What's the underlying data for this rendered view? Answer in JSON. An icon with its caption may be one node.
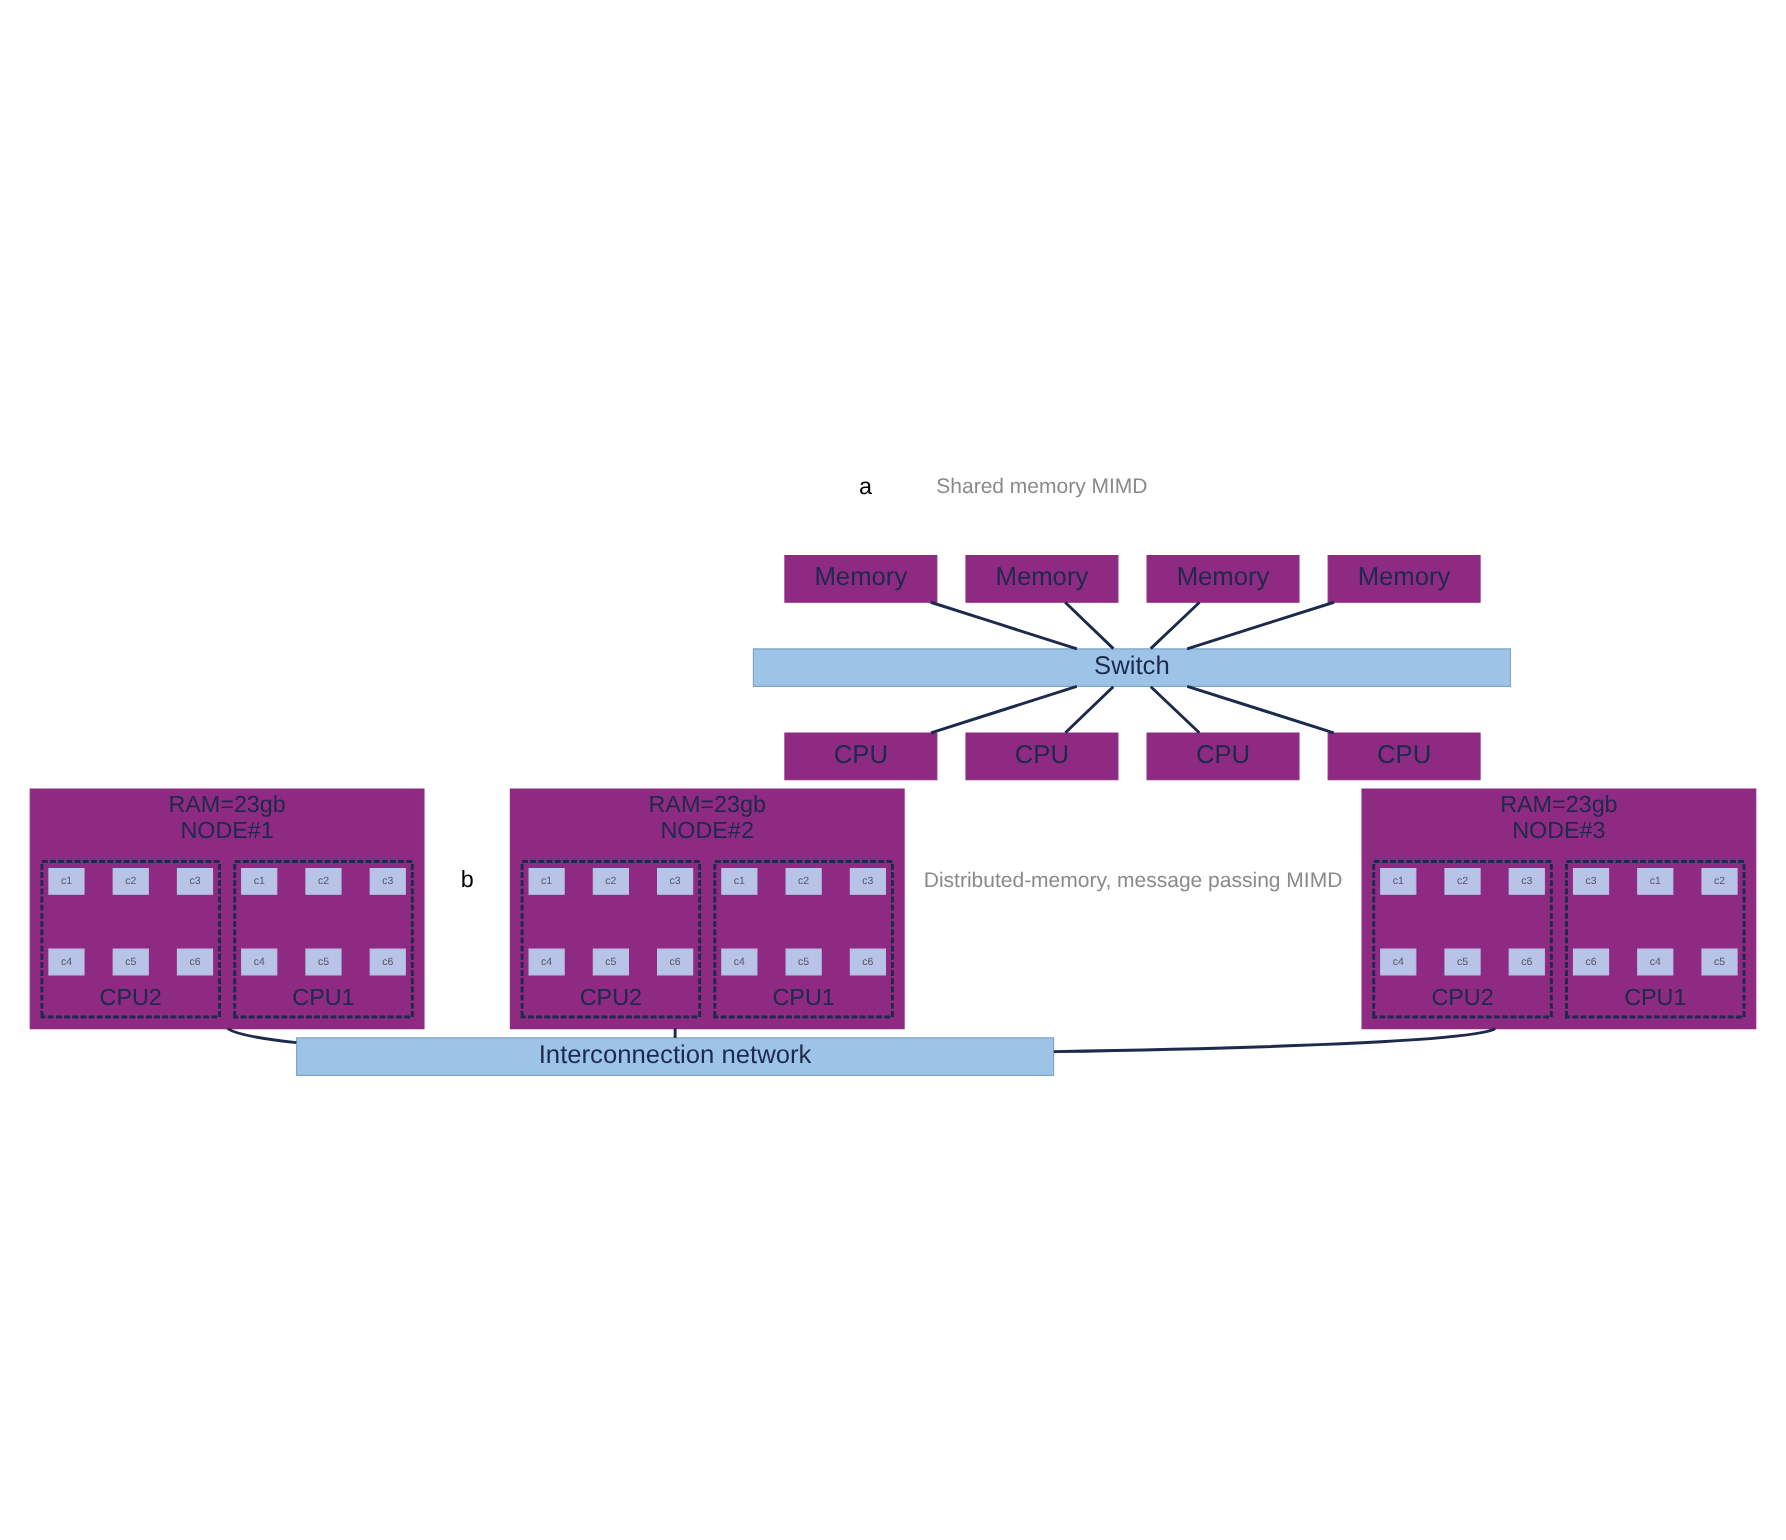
{
  "diagram": {
    "nodes": [
      {
        "text": [
          "Memory"
        ]
      },
      {
        "text": [
          "Memory"
        ]
      },
      {
        "text": [
          "Memory"
        ]
      },
      {
        "text": [
          "Memory"
        ]
      },
      {
        "text": [
          "Switch"
        ]
      },
      {
        "text": [
          "CPU"
        ]
      },
      {
        "text": [
          "CPU"
        ]
      },
      {
        "text": [
          "CPU"
        ]
      },
      {
        "text": [
          "CPU"
        ]
      },
      {
        "text": [
          "RAM=23gb",
          "NODE#1"
        ]
      },
      {
        "text": [
          "CPU1"
        ],
        "in": 9
      },
      {
        "text": [
          "c1"
        ],
        "in": 10
      },
      {
        "text": [
          "c2"
        ],
        "in": 10
      },
      {
        "text": [
          "c3"
        ],
        "in": 10
      },
      {
        "text": [
          "c4"
        ],
        "in": 10
      },
      {
        "text": [
          "c5"
        ],
        "in": 10
      },
      {
        "text": [
          "c6"
        ],
        "in": 10
      },
      {
        "text": [
          "CPU2"
        ],
        "in": 9
      },
      {
        "text": [
          "c1"
        ],
        "in": 17
      },
      {
        "text": [
          "c2"
        ],
        "in": 17
      },
      {
        "text": [
          "c3"
        ],
        "in": 17
      },
      {
        "text": [
          "c4"
        ],
        "in": 17
      },
      {
        "text": [
          "c5"
        ],
        "in": 17
      },
      {
        "text": [
          "c6"
        ],
        "in": 17
      },
      {
        "text": [
          "RAM=23gb",
          "NODE#2"
        ]
      },
      {
        "text": [
          "CPU1"
        ],
        "in": 24
      },
      {
        "text": [
          "c1"
        ],
        "in": 25
      },
      {
        "text": [
          "c2"
        ],
        "in": 25
      },
      {
        "text": [
          "c3"
        ],
        "in": 25
      },
      {
        "text": [
          "c4"
        ],
        "in": 25
      },
      {
        "text": [
          "c5"
        ],
        "in": 25
      },
      {
        "text": [
          "c6"
        ],
        "in": 25
      },
      {
        "text": [
          "CPU2"
        ],
        "in": 24
      },
      {
        "text": [
          "c1"
        ],
        "in": 32
      },
      {
        "text": [
          "c2"
        ],
        "in": 32
      },
      {
        "text": [
          "c3"
        ],
        "in": 32
      },
      {
        "text": [
          "c4"
        ],
        "in": 32
      },
      {
        "text": [
          "c5"
        ],
        "in": 32
      },
      {
        "text": [
          "c6"
        ],
        "in": 32
      },
      {
        "text": [
          "RAM=23gb",
          "NODE#3"
        ]
      },
      {
        "text": [
          "CPU1"
        ],
        "in": 39
      },
      {
        "text": [
          "c1"
        ],
        "in": 40
      },
      {
        "text": [
          "c2"
        ],
        "in": 40
      },
      {
        "text": [
          "c3"
        ],
        "in": 40
      },
      {
        "text": [
          "c4"
        ],
        "in": 40
      },
      {
        "text": [
          "c5"
        ],
        "in": 40
      },
      {
        "text": [
          "c6"
        ],
        "in": 40
      },
      {
        "text": [
          "CPU2"
        ],
        "in": 39
      },
      {
        "text": [
          "c1"
        ],
        "in": 47
      },
      {
        "text": [
          "c2"
        ],
        "in": 47
      },
      {
        "text": [
          "c3"
        ],
        "in": 47
      },
      {
        "text": [
          "c4"
        ],
        "in": 47
      },
      {
        "text": [
          "c5"
        ],
        "in": 47
      },
      {
        "text": [
          "c6"
        ],
        "in": 47
      },
      {
        "text": [
          "Interconnection network"
        ]
      }
    ],
    "edges": [
      {
        "from": 0,
        "to": 4,
        "arrow": "none"
      },
      {
        "from": 1,
        "to": 4,
        "arrow": "none"
      },
      {
        "from": 2,
        "to": 4,
        "arrow": "none"
      },
      {
        "from": 3,
        "to": 4,
        "arrow": "none"
      },
      {
        "from": 4,
        "to": 5,
        "arrow": "none"
      },
      {
        "from": 4,
        "to": 6,
        "arrow": "none"
      },
      {
        "from": 4,
        "to": 7,
        "arrow": "none"
      },
      {
        "from": 4,
        "to": 8,
        "arrow": "none"
      },
      {
        "from": 9,
        "to": 54,
        "arrow": "none"
      },
      {
        "from": 24,
        "to": 54,
        "arrow": "none"
      },
      {
        "from": 39,
        "to": 54,
        "arrow": "none"
      }
    ],
    "labels": [
      "a",
      "Shared memory MIMD",
      "b",
      "Distributed-memory, message passing MIMD"
    ]
  }
}
